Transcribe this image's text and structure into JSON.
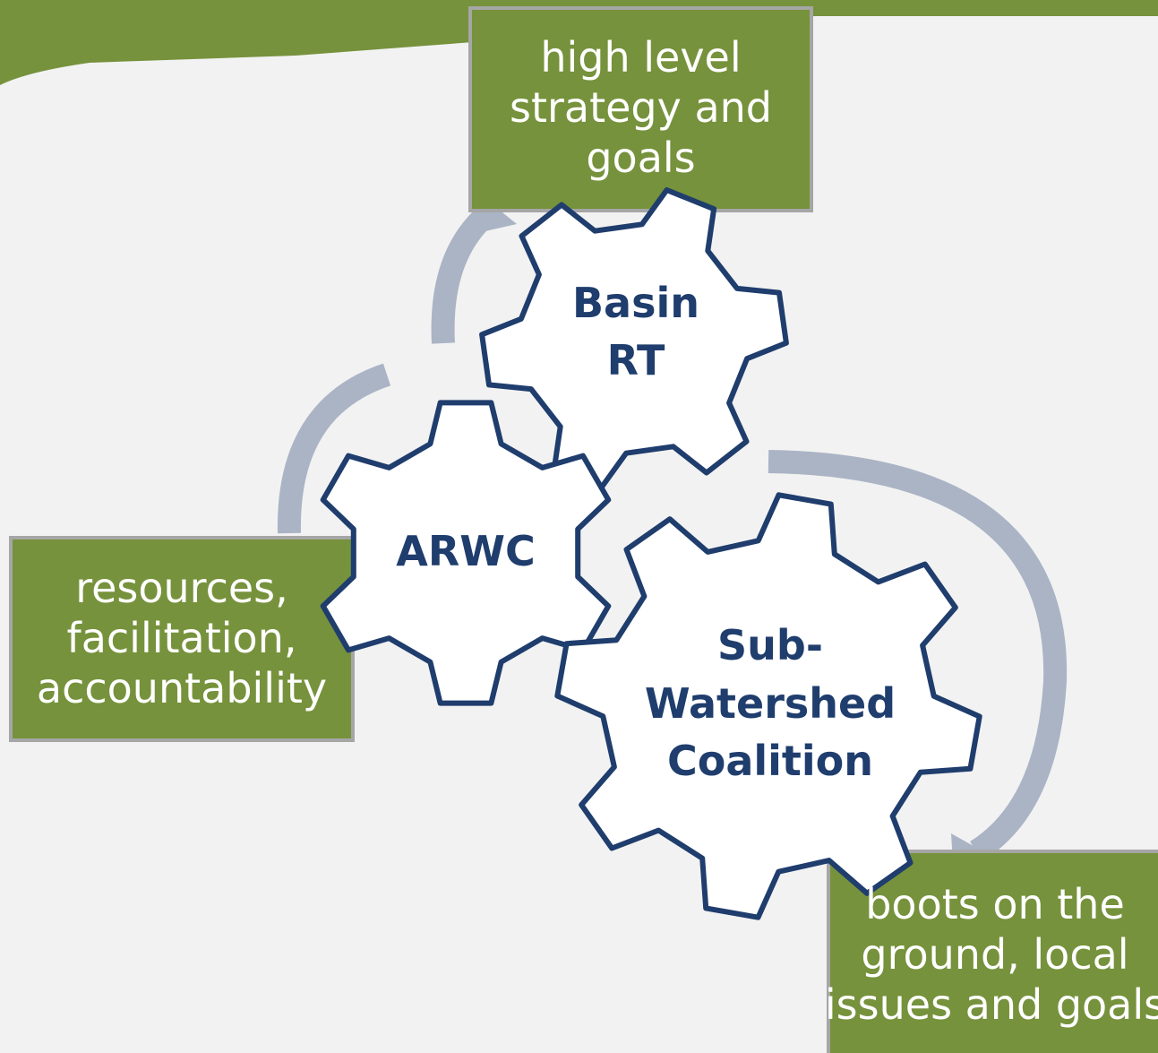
{
  "colors": {
    "background": "#f2f2f2",
    "box_fill": "#76923c",
    "box_border": "#a6a6a6",
    "gear_fill": "#ffffff",
    "gear_stroke": "#1f3d6d",
    "gear_text": "#1f3d6d",
    "arrow": "#aab4c5",
    "header_band": "#76923c"
  },
  "boxes": {
    "top": {
      "lines": [
        "high level",
        "strategy and",
        "goals"
      ]
    },
    "left": {
      "lines": [
        "resources,",
        "facilitation,",
        "accountability"
      ]
    },
    "bottom_right": {
      "lines": [
        "boots on the",
        "ground, local",
        "issues and goals"
      ]
    }
  },
  "gears": {
    "basin": {
      "lines": [
        "Basin",
        "RT"
      ]
    },
    "arwc": {
      "lines": [
        "ARWC"
      ]
    },
    "sub": {
      "lines": [
        "Sub-",
        "Watershed",
        "Coalition"
      ]
    }
  },
  "icons": [
    "gear-icon",
    "curved-arrow-icon"
  ]
}
